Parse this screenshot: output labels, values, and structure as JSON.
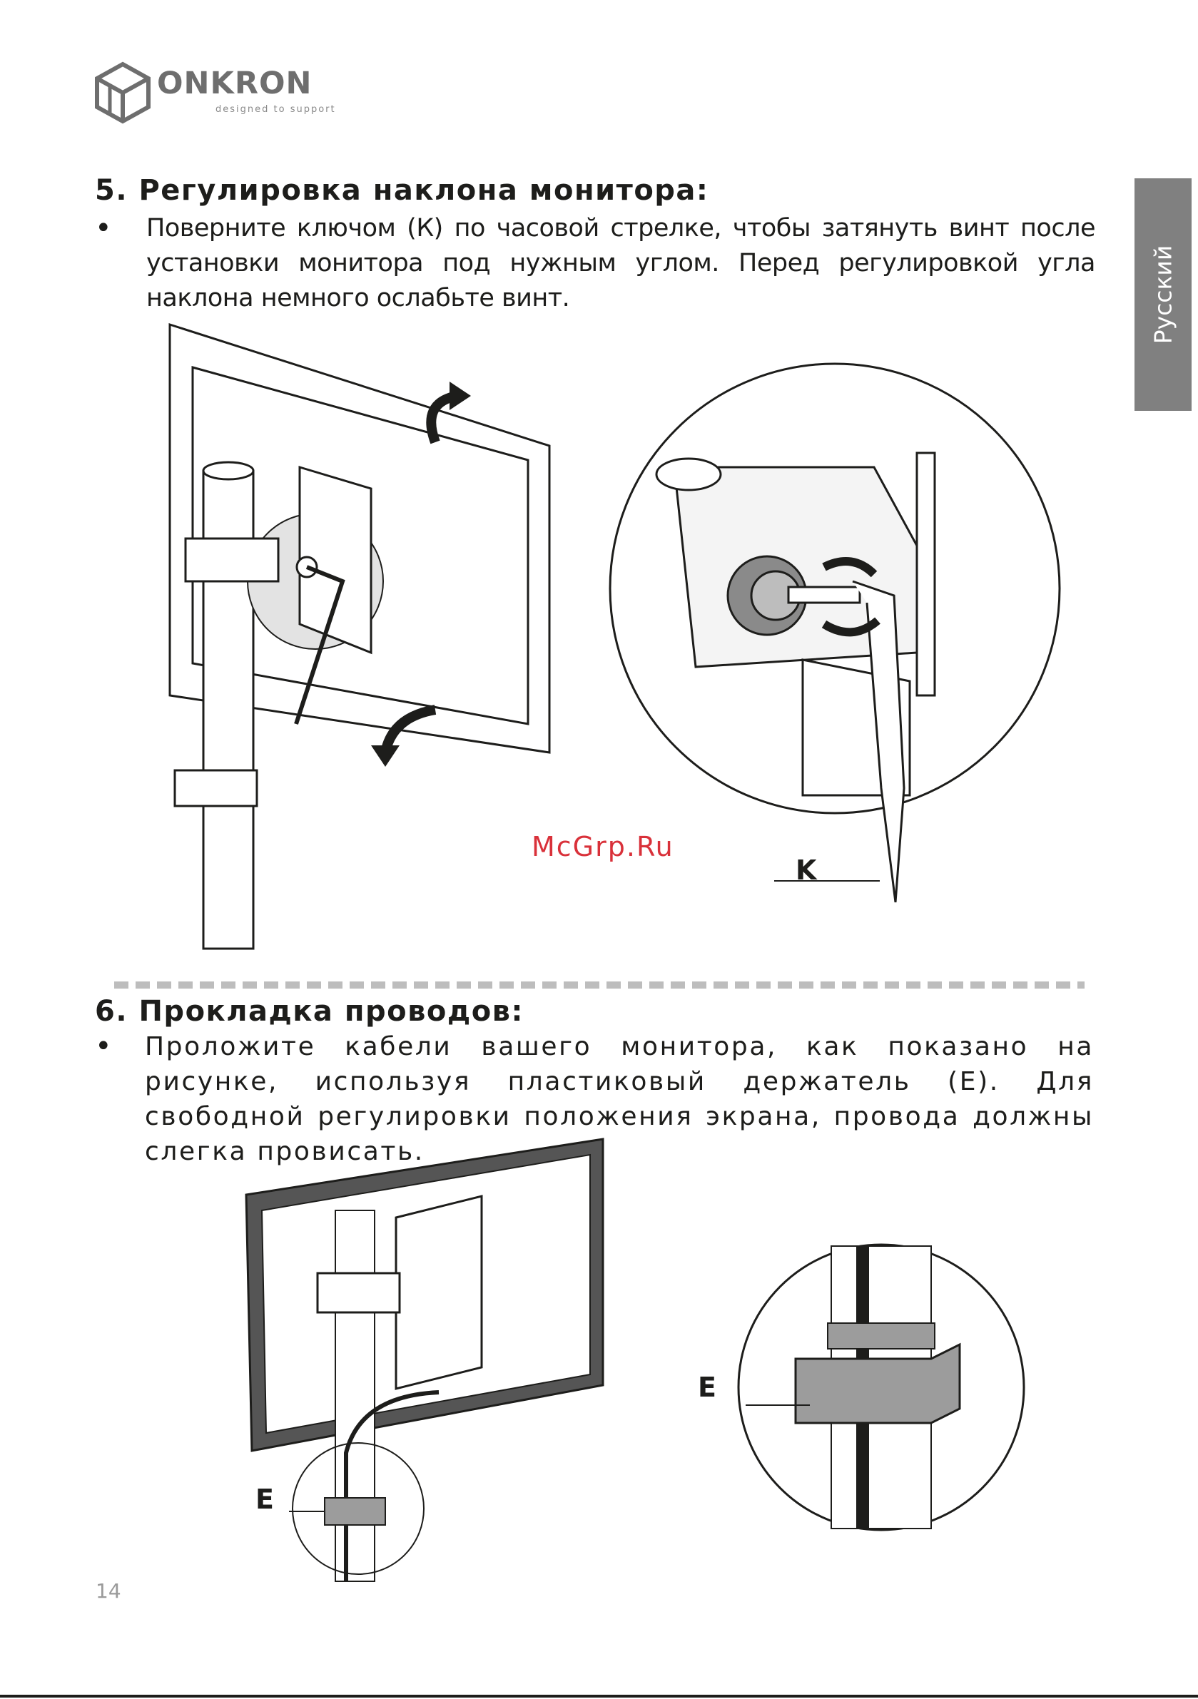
{
  "brand": {
    "name": "ONKRON",
    "tagline": "designed to support"
  },
  "side_tab": {
    "label": "Русский"
  },
  "section5": {
    "heading": "5. Регулировка наклона монитора:",
    "bullet": "•",
    "text": "Поверните ключом (К) по часовой стрелке, чтобы затянуть винт после установки монитора под нужным углом. Перед регулировкой угла наклона немного ослабьте винт.",
    "label_k": "K"
  },
  "watermark": "McGrp.Ru",
  "section6": {
    "heading": "6. Прокладка проводов:",
    "bullet": "•",
    "text": "Проложите кабели вашего монитора, как показано на рисунке, используя пластиковый держатель (Е). Для свободной регулировки положения экрана, провода должны слегка провисать.",
    "label_e_small": "E",
    "label_e_large": "E"
  },
  "page_number": "14",
  "colors": {
    "text": "#1d1d1b",
    "side_tab": "#808080",
    "logo": "#6e6e6e",
    "watermark": "#d9313a",
    "divider": "#bdbdbd"
  }
}
